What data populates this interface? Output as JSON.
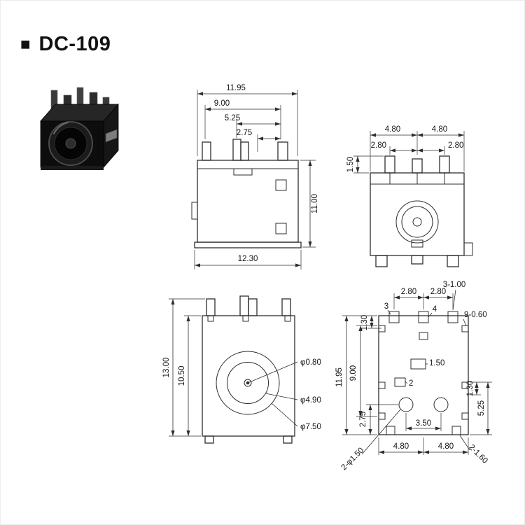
{
  "title": {
    "bullet": "■",
    "text": "DC-109"
  },
  "views": {
    "front": {
      "dim_11_95": "11.95",
      "dim_9_00": "9.00",
      "dim_5_25": "5.25",
      "dim_2_75": "2.75",
      "dim_11_00": "11.00",
      "dim_12_30": "12.30"
    },
    "side": {
      "dim_4_80_left": "4.80",
      "dim_4_80_right": "4.80",
      "dim_2_80_left": "2.80",
      "dim_2_80_right": "2.80",
      "dim_1_50": "1.50"
    },
    "face": {
      "dim_13_00": "13.00",
      "dim_10_50": "10.50",
      "dia_0_80": "φ0.80",
      "dia_4_90": "φ4.90",
      "dia_7_50": "φ7.50"
    },
    "footprint": {
      "dim_2_80_left": "2.80",
      "dim_2_80_right": "2.80",
      "label_3_1_00": "3-1.00",
      "pin_3": "3",
      "pin_4": "4",
      "label_9_0_60": "9-0.60",
      "dim_1_30_top": "1.30",
      "dim_11_95": "11.95",
      "dim_9_00": "9.00",
      "dim_1_50": "1.50",
      "pin_2": "2",
      "dim_2_75": "2.75",
      "dim_1_30_right": "1.30",
      "dim_5_25": "5.25",
      "dim_3_50": "3.50",
      "dim_4_80_left": "4.80",
      "dim_4_80_right": "4.80",
      "label_2_dia_1_50": "2-φ1.50",
      "label_2_1_60": "2-1.60"
    }
  }
}
